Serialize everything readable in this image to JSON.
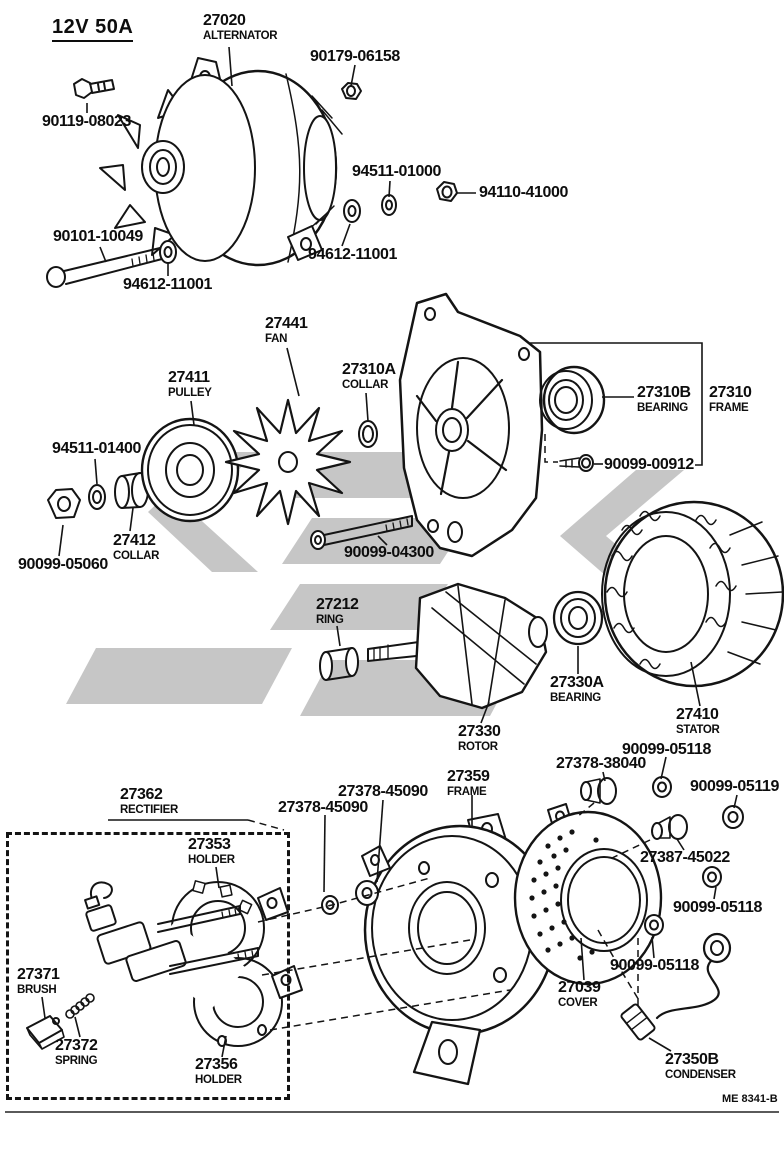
{
  "page": {
    "spec_label": "12V 50A",
    "doc_code": "ME 8341-B"
  },
  "labels": {
    "alternator": {
      "num": "27020",
      "name": "ALTERNATOR"
    },
    "nut_90179_06158": {
      "num": "90179-06158"
    },
    "bolt_90119_08023": {
      "num": "90119-08023"
    },
    "washer_94511_01000": {
      "num": "94511-01000"
    },
    "nut_94110_41000": {
      "num": "94110-41000"
    },
    "bolt_90101_10049": {
      "num": "90101-10049"
    },
    "washer_94612_11001_a": {
      "num": "94612-11001"
    },
    "washer_94612_11001_b": {
      "num": "94612-11001"
    },
    "fan": {
      "num": "27441",
      "name": "FAN"
    },
    "pulley": {
      "num": "27411",
      "name": "PULLEY"
    },
    "collar_27310a": {
      "num": "27310A",
      "name": "COLLAR"
    },
    "bearing_27310b": {
      "num": "27310B",
      "name": "BEARING"
    },
    "frame_27310": {
      "num": "27310",
      "name": "FRAME"
    },
    "screw_90099_00912": {
      "num": "90099-00912"
    },
    "washer_94511_01400": {
      "num": "94511-01400"
    },
    "collar_27412": {
      "num": "27412",
      "name": "COLLAR"
    },
    "nut_90099_05060": {
      "num": "90099-05060"
    },
    "bolt_90099_04300": {
      "num": "90099-04300"
    },
    "ring_27212": {
      "num": "27212",
      "name": "RING"
    },
    "bearing_27330a": {
      "num": "27330A",
      "name": "BEARING"
    },
    "rotor_27330": {
      "num": "27330",
      "name": "ROTOR"
    },
    "stator_27410": {
      "num": "27410",
      "name": "STATOR"
    },
    "nut_90099_05118_a": {
      "num": "90099-05118"
    },
    "plug_27378_38040": {
      "num": "27378-38040"
    },
    "nut_90099_05119": {
      "num": "90099-05119"
    },
    "frame_27359": {
      "num": "27359",
      "name": "FRAME"
    },
    "rectifier_27362": {
      "num": "27362",
      "name": "RECTIFIER"
    },
    "washer_27378_45090_a": {
      "num": "27378-45090"
    },
    "washer_27378_45090_b": {
      "num": "27378-45090"
    },
    "plug_27387_45022": {
      "num": "27387-45022"
    },
    "washer_90099_05118_b": {
      "num": "90099-05118"
    },
    "holder_27353": {
      "num": "27353",
      "name": "HOLDER"
    },
    "brush_27371": {
      "num": "27371",
      "name": "BRUSH"
    },
    "spring_27372": {
      "num": "27372",
      "name": "SPRING"
    },
    "holder_27356": {
      "num": "27356",
      "name": "HOLDER"
    },
    "cover_27039": {
      "num": "27039",
      "name": "COVER"
    },
    "washer_90099_05118_c": {
      "num": "90099-05118"
    },
    "condenser_27350b": {
      "num": "27350B",
      "name": "CONDENSER"
    }
  }
}
